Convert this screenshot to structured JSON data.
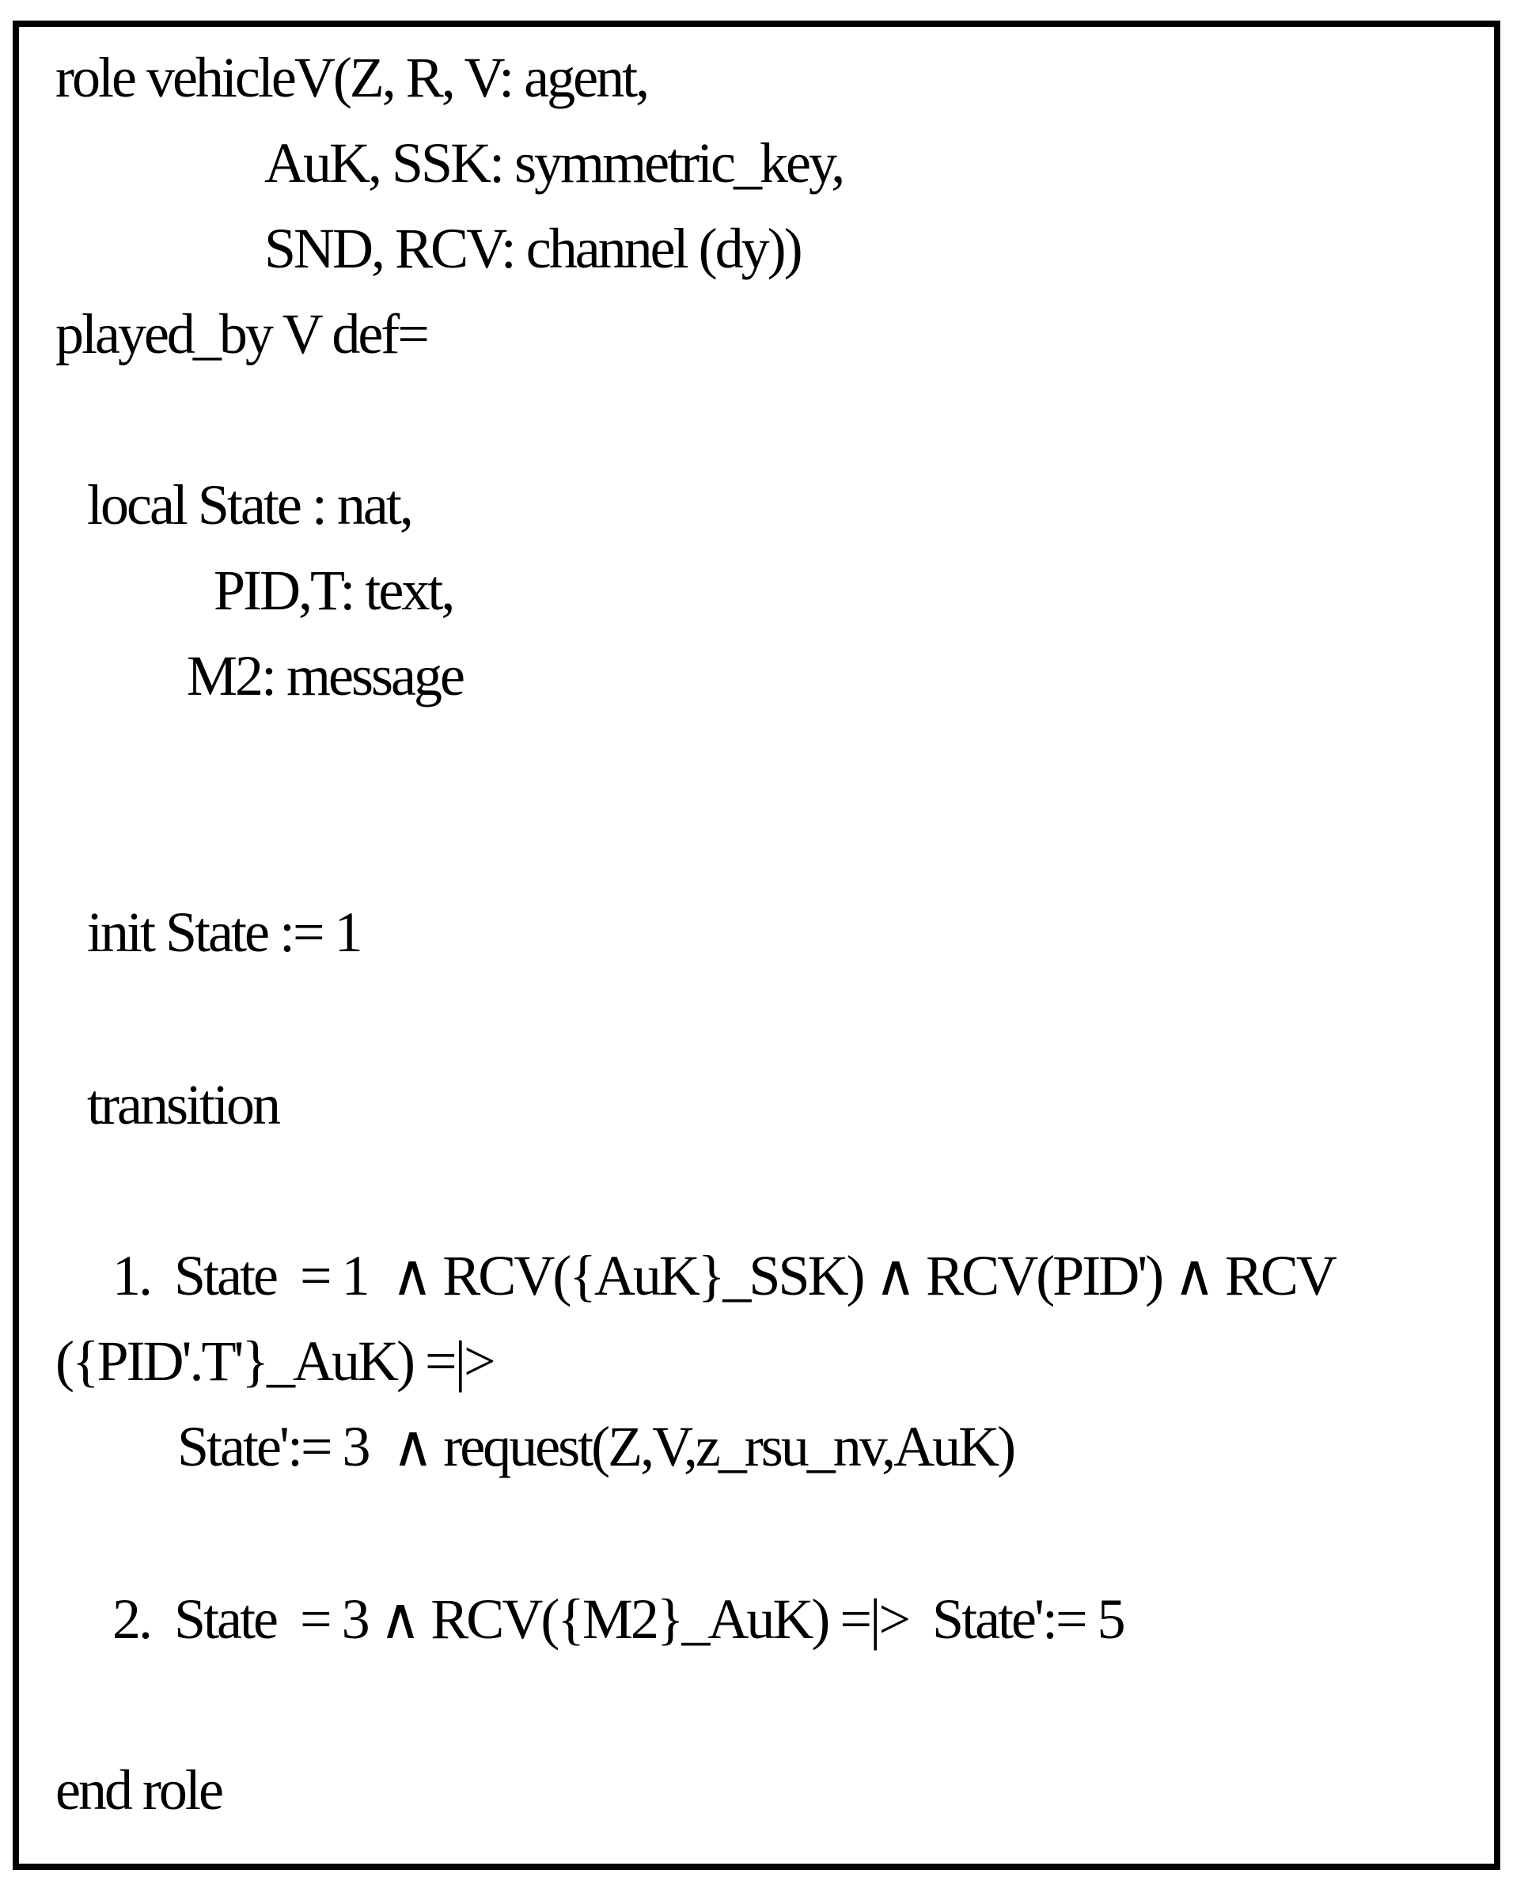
{
  "code": {
    "line_1": "role vehicleV(Z, R, V: agent,",
    "line_2": "AuK, SSK: symmetric_key,",
    "line_3": "SND, RCV: channel (dy))",
    "line_4": "played_by V def=",
    "line_5": "local State : nat,",
    "line_6": "PID,T: text,",
    "line_7": "M2: message",
    "line_8": "init State := 1",
    "line_9": "transition",
    "line_10": "1.  State  = 1  ∧ RCV({AuK}_SSK) ∧ RCV(PID') ∧ RCV",
    "line_11": "({PID'.T'}_AuK) =|>",
    "line_12": "State':= 3  ∧ request(Z,V,z_rsu_nv,AuK)",
    "line_13": "2.  State  = 3 ∧ RCV({M2}_AuK) =|>  State':= 5",
    "line_14": "end role"
  }
}
